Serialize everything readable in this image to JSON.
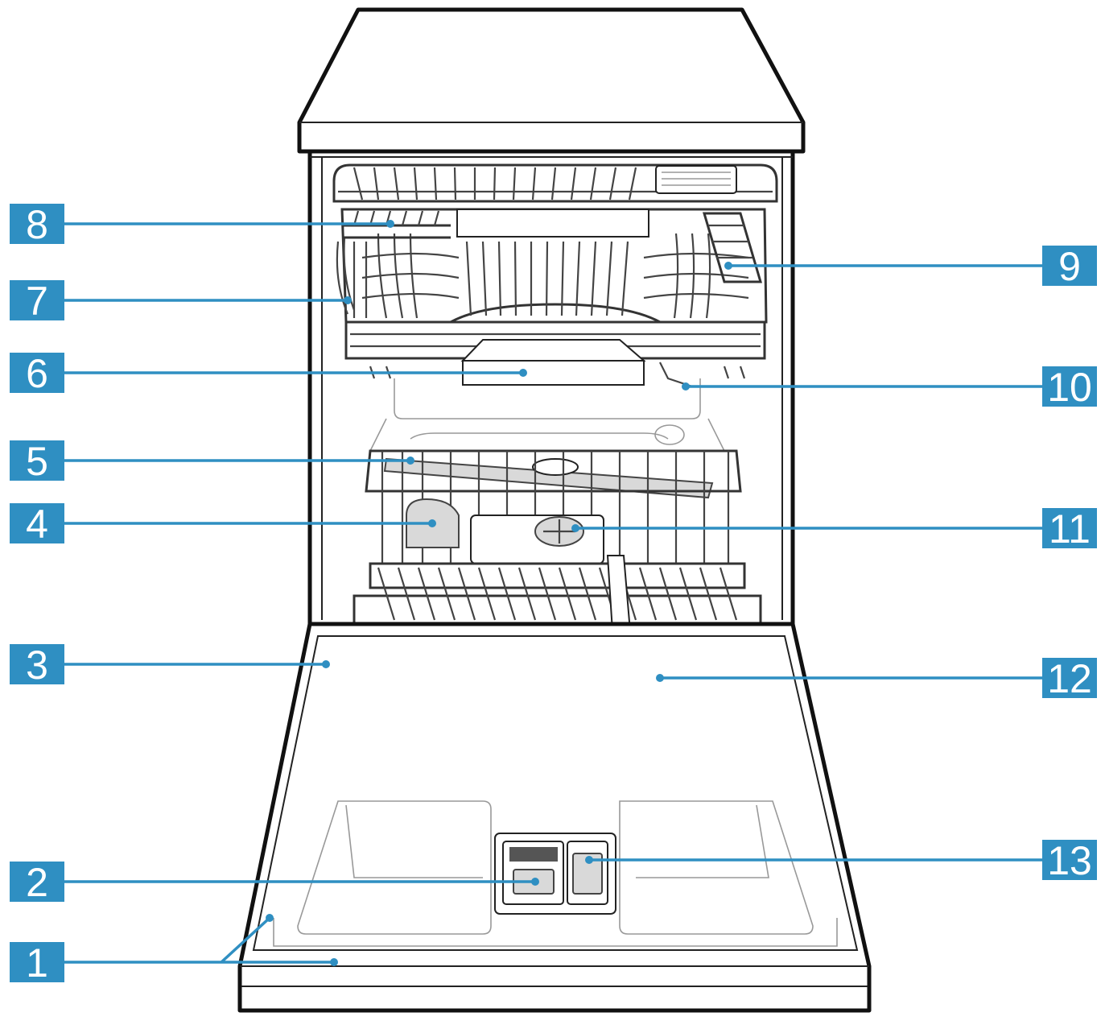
{
  "callouts": [
    {
      "id": "1",
      "label": "1"
    },
    {
      "id": "2",
      "label": "2"
    },
    {
      "id": "3",
      "label": "3"
    },
    {
      "id": "4",
      "label": "4"
    },
    {
      "id": "5",
      "label": "5"
    },
    {
      "id": "6",
      "label": "6"
    },
    {
      "id": "7",
      "label": "7"
    },
    {
      "id": "8",
      "label": "8"
    },
    {
      "id": "9",
      "label": "9"
    },
    {
      "id": "10",
      "label": "10"
    },
    {
      "id": "11",
      "label": "11"
    },
    {
      "id": "12",
      "label": "12"
    },
    {
      "id": "13",
      "label": "13"
    }
  ],
  "colors": {
    "callout": "#2f8fc2",
    "callout_text": "#ffffff",
    "outline": "#111111"
  },
  "icons": {
    "appliance": "dishwasher-illustration"
  }
}
